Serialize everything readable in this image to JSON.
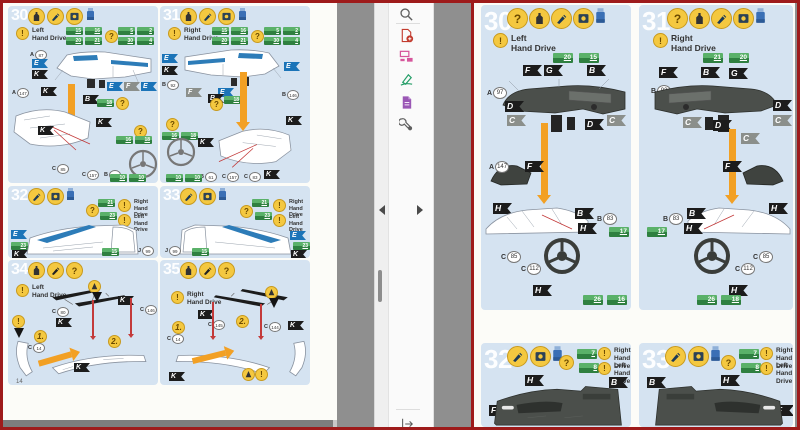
{
  "glyphs": {
    "q": "?",
    "ex": "!"
  },
  "labels": {
    "left": "Left",
    "right": "Right",
    "hand": "Hand Drive"
  },
  "colors": {
    "window_border": "#9e1b1b",
    "background_gray": "#8f8f8f",
    "panel_blue": "#d5e3f1",
    "tag_green": "#3f9e4f",
    "flag_blue": "#1b74b8",
    "flag_black": "#1c1c1c",
    "flag_gray": "#8b8f8b",
    "arrow_orange": "#f2a024",
    "badge_yellow": "#f4c840",
    "dark_part": "#4b4f4b",
    "create_pdf_red": "#c23b2e",
    "edit_pdf_pink": "#d6569c",
    "fill_sign_green": "#259e68",
    "document_purple": "#9a57b5",
    "tool_gray": "#5f5f5f"
  },
  "left_doc": {
    "page_number": "14"
  },
  "panels": {
    "L30": {
      "num": "30",
      "t": [
        "15",
        "16",
        "20",
        "21",
        "5",
        "2",
        "30",
        "4",
        "18",
        "16",
        "18",
        "10",
        "10"
      ],
      "f": [
        "E",
        "K",
        "K",
        "E",
        "F",
        "E",
        "B",
        "K",
        "K"
      ],
      "pr": [
        [
          "A",
          "87"
        ],
        [
          "A",
          "147"
        ],
        [
          "C",
          "85"
        ],
        [
          "C",
          "157"
        ],
        [
          "B",
          "61"
        ]
      ]
    },
    "L31": {
      "num": "31",
      "t": [
        "15",
        "16",
        "20",
        "21",
        "5",
        "2",
        "30",
        "4",
        "18",
        "16",
        "18",
        "10",
        "10"
      ],
      "f": [
        "E",
        "K",
        "F",
        "E",
        "E",
        "K",
        "B",
        "K",
        "K"
      ],
      "pr": [
        [
          "B",
          "92"
        ],
        [
          "B",
          "146"
        ],
        [
          "B",
          "61"
        ],
        [
          "C",
          "157"
        ],
        [
          "C",
          "83"
        ]
      ]
    },
    "L32": {
      "num": "32",
      "t": [
        "21",
        "23",
        "23",
        "15"
      ],
      "f": [
        "E",
        "K"
      ],
      "pr": [
        [
          "J",
          "99"
        ]
      ]
    },
    "L33": {
      "num": "33",
      "t": [
        "21",
        "23",
        "23",
        "15"
      ],
      "f": [
        "E",
        "K"
      ],
      "pr": [
        [
          "J",
          "99"
        ]
      ]
    },
    "L34": {
      "num": "34",
      "n1": "1.",
      "n2": "2.",
      "f": [
        "K",
        "K",
        "K",
        "K"
      ],
      "pr": [
        [
          "C",
          "80"
        ],
        [
          "C",
          "146"
        ],
        [
          "C",
          "14"
        ]
      ]
    },
    "L35": {
      "num": "35",
      "n1": "1.",
      "n2": "2.",
      "f": [
        "K",
        "K",
        "K",
        "K"
      ],
      "pr": [
        [
          "C",
          "145"
        ],
        [
          "C",
          "144"
        ],
        [
          "C",
          "14"
        ]
      ]
    },
    "R30": {
      "num": "30",
      "t": [
        "20",
        "15",
        "17",
        "26",
        "16"
      ],
      "f": [
        "F",
        "G",
        "B",
        "D",
        "C",
        "D",
        "C",
        "F",
        "H",
        "B",
        "H",
        "H"
      ],
      "pr": [
        [
          "A",
          "97"
        ],
        [
          "A",
          "147"
        ],
        [
          "B",
          "83"
        ],
        [
          "C",
          "112"
        ],
        [
          "C",
          "85"
        ]
      ]
    },
    "R31": {
      "num": "31",
      "t": [
        "21",
        "20",
        "17",
        "26",
        "18"
      ],
      "f": [
        "F",
        "B",
        "G",
        "C",
        "D",
        "D",
        "C",
        "C",
        "F",
        "H",
        "B",
        "H",
        "H"
      ],
      "pr": [
        [
          "B",
          "92"
        ],
        [
          "B",
          "83"
        ],
        [
          "C",
          "112"
        ],
        [
          "C",
          "85"
        ]
      ]
    },
    "R32": {
      "num": "32",
      "t": [
        "7",
        "8"
      ],
      "f": [
        "H",
        "B",
        "F"
      ]
    },
    "R33": {
      "num": "33",
      "t": [
        "7",
        "8"
      ],
      "f": [
        "B",
        "H",
        "F"
      ]
    }
  }
}
